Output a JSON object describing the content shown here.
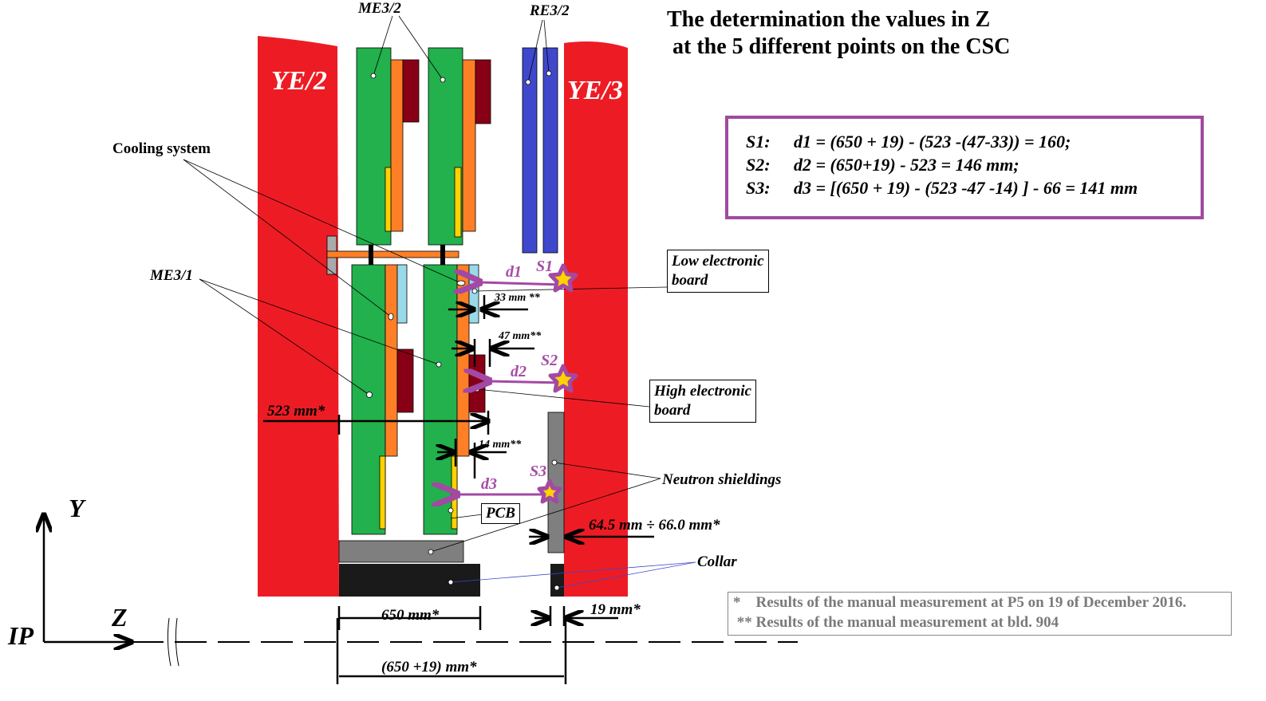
{
  "title_line1": "The determination the values in Z",
  "title_line2": " at the 5 different points on the CSC",
  "formulas": [
    {
      "key": "S1:",
      "expr": "d1 = (650 + 19) - (523 -(47-33)) = 160;"
    },
    {
      "key": "S2:",
      "expr": "d2 = (650+19) - 523 = 146 mm;"
    },
    {
      "key": "S3:",
      "expr": "d3 = [(650 + 19) - (523 -47 -14) ] - 66 = 141 mm"
    }
  ],
  "labels": {
    "ye2": "YE/2",
    "ye3": "YE/3",
    "me32": "ME3/2",
    "re32": "RE3/2",
    "me31": "ME3/1",
    "cooling": "Cooling system",
    "low_board": "Low electronic\nboard",
    "high_board": "High electronic\nboard",
    "neutron": "Neutron shieldings",
    "collar": "Collar",
    "pcb": "PCB",
    "y_axis": "Y",
    "z_axis": "Z",
    "ip": "IP",
    "s1": "S1",
    "s2": "S2",
    "s3": "S3",
    "d1": "d1",
    "d2": "d2",
    "d3": "d3"
  },
  "dimensions": {
    "d33": "33 mm **",
    "d47": "47 mm**",
    "d14": "14 mm**",
    "d523": "523 mm*",
    "d650": "650 mm*",
    "d19": "19 mm*",
    "d669": "(650 +19) mm*",
    "d66": "64.5 mm ÷ 66.0 mm*"
  },
  "notes": {
    "n1": "*    Results of the manual measurement at P5 on 19 of December 2016.",
    "n2": " ** Results of the manual measurement at bld. 904"
  },
  "colors": {
    "red": "#ed1c24",
    "green": "#22b14c",
    "orange": "#ff7f27",
    "darkred": "#880015",
    "blue": "#3f48cc",
    "purple": "#a349a4",
    "yellow": "#ffd200"
  }
}
